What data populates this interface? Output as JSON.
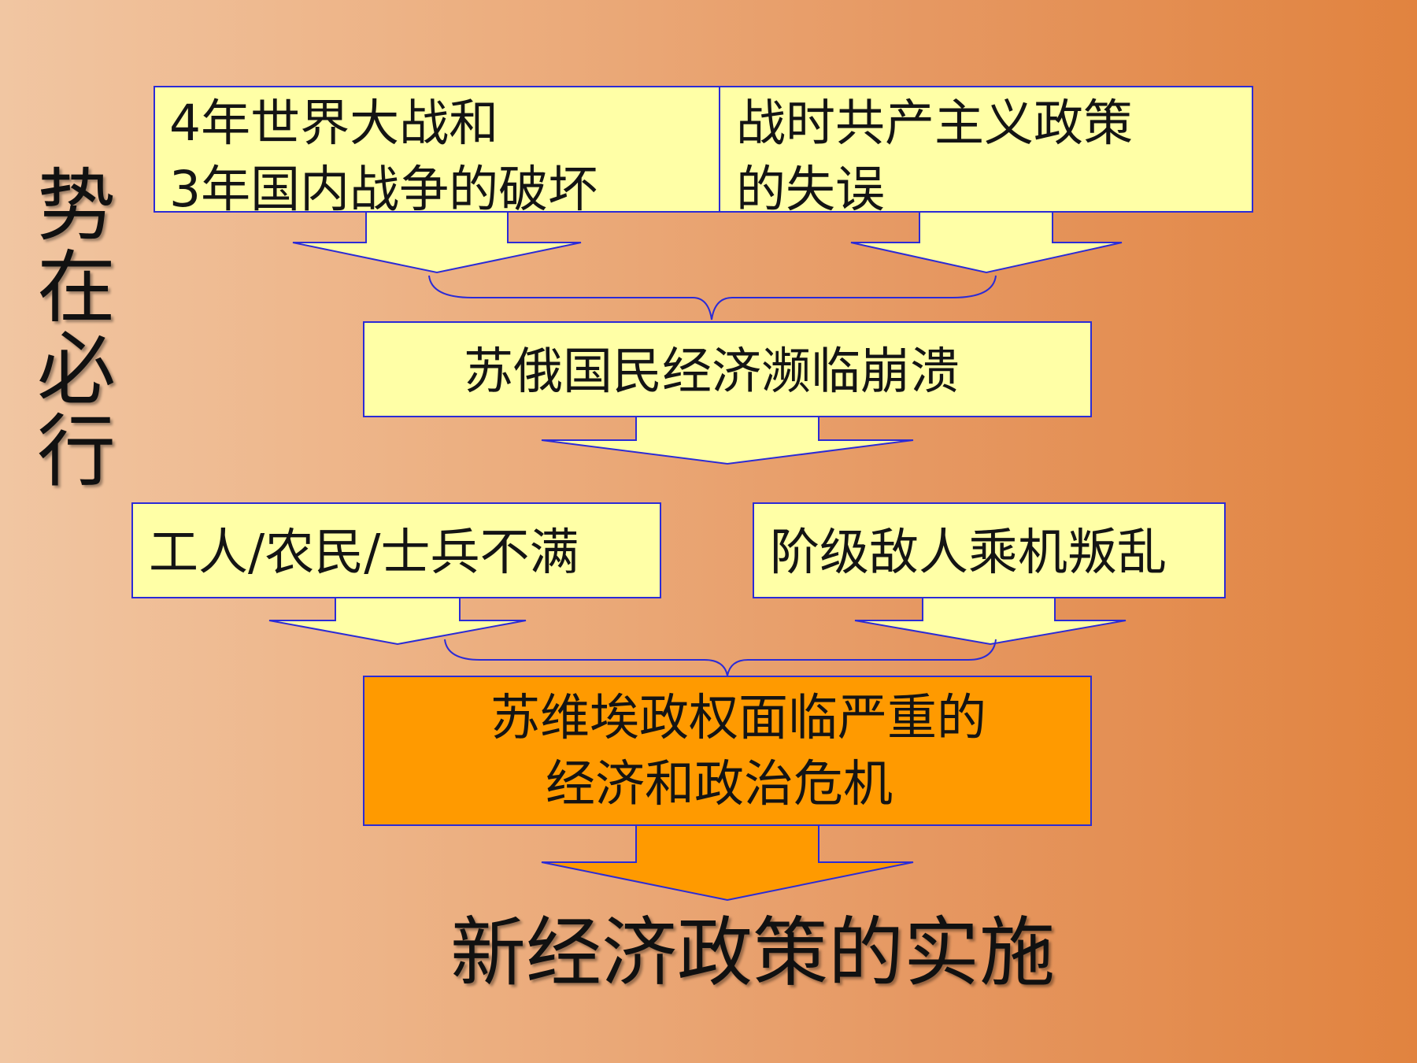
{
  "side_title": "势在必行",
  "causes": {
    "war_damage": [
      "4年世界大战和",
      "3年国内战争的破坏"
    ],
    "policy_error": [
      "战时共产主义政策",
      "的失误"
    ]
  },
  "economy": "苏俄国民经济濒临崩溃",
  "discontent": "工人/农民/士兵不满",
  "enemies": "阶级敌人乘机叛乱",
  "crisis": [
    "苏维埃政权面临严重的",
    "经济和政治危机"
  ],
  "result": "新经济政策的实施",
  "colors": {
    "box_fill": "#ffffa6",
    "box_border": "#2b2bd6",
    "crisis_fill": "#ff9a00",
    "bg_left": "#f1c6a2",
    "bg_right": "#e1833f"
  }
}
